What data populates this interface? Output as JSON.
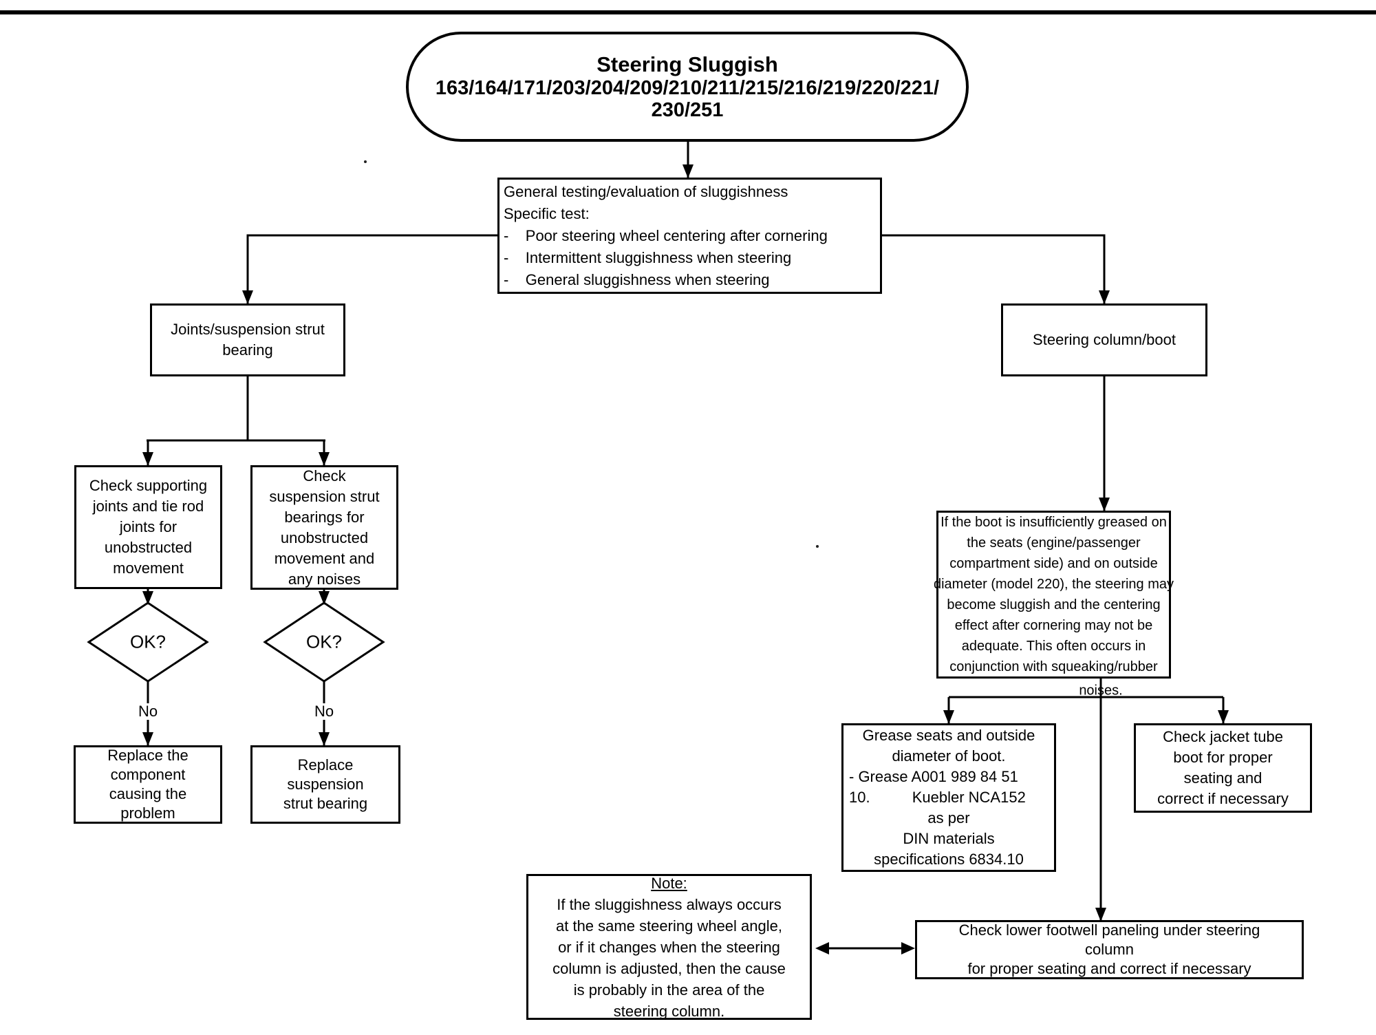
{
  "page": {
    "paper": "#ffffff",
    "ink": "#000000"
  },
  "title_node": {
    "title": "Steering Sluggish",
    "models": [
      "163/164/171/203/204/209/210/211/215/216/219/220/221/",
      "230/251"
    ]
  },
  "general_node": {
    "lines": [
      "General testing/evaluation of sluggishness",
      "Specific test:",
      "-    Poor steering wheel centering after cornering",
      "-    Intermittent sluggishness when steering",
      "-    General sluggishness when steering"
    ]
  },
  "left_branch": {
    "header_lines": [
      "Joints/suspension strut",
      "bearing"
    ],
    "check_supporting_lines": [
      "Check supporting",
      "joints and tie rod",
      "joints for",
      "unobstructed",
      "movement"
    ],
    "check_strut_lines": [
      "Check",
      "suspension strut",
      "bearings for",
      "unobstructed",
      "movement and",
      "any noises"
    ],
    "ok_left": "OK?",
    "ok_right": "OK?",
    "no_left": "No",
    "no_right": "No",
    "replace_component_lines": [
      "Replace the",
      "component",
      "causing the",
      "problem"
    ],
    "replace_strut_lines": [
      "Replace",
      "suspension",
      "strut bearing"
    ]
  },
  "right_branch": {
    "header": "Steering column/boot",
    "boot_info_lines": [
      "If the boot is insufficiently greased on",
      "the seats (engine/passenger",
      "compartment side) and on outside",
      "diameter (model 220), the steering may",
      "become sluggish and the centering",
      "effect after cornering may not be",
      "adequate. This often occurs in",
      "conjunction with squeaking/rubber"
    ],
    "boot_info_overflow": "noises.",
    "grease_lines": [
      "Grease seats and outside",
      "diameter of boot.",
      "- Grease A001 989 84 51",
      "10.          Kuebler NCA152",
      "as per",
      "DIN materials",
      "specifications 6834.10"
    ],
    "jacket_lines": [
      "Check jacket tube",
      "boot for proper",
      "seating and",
      "correct if necessary"
    ],
    "footwell_lines": [
      "Check lower footwell paneling under steering",
      "column",
      "for proper seating and correct if necessary"
    ],
    "note_heading": "Note:",
    "note_lines": [
      "If the sluggishness always occurs",
      "at the same steering wheel angle,",
      "or if it changes when the steering",
      "column is adjusted, then the cause",
      "is probably in the area of the",
      "steering column."
    ]
  }
}
